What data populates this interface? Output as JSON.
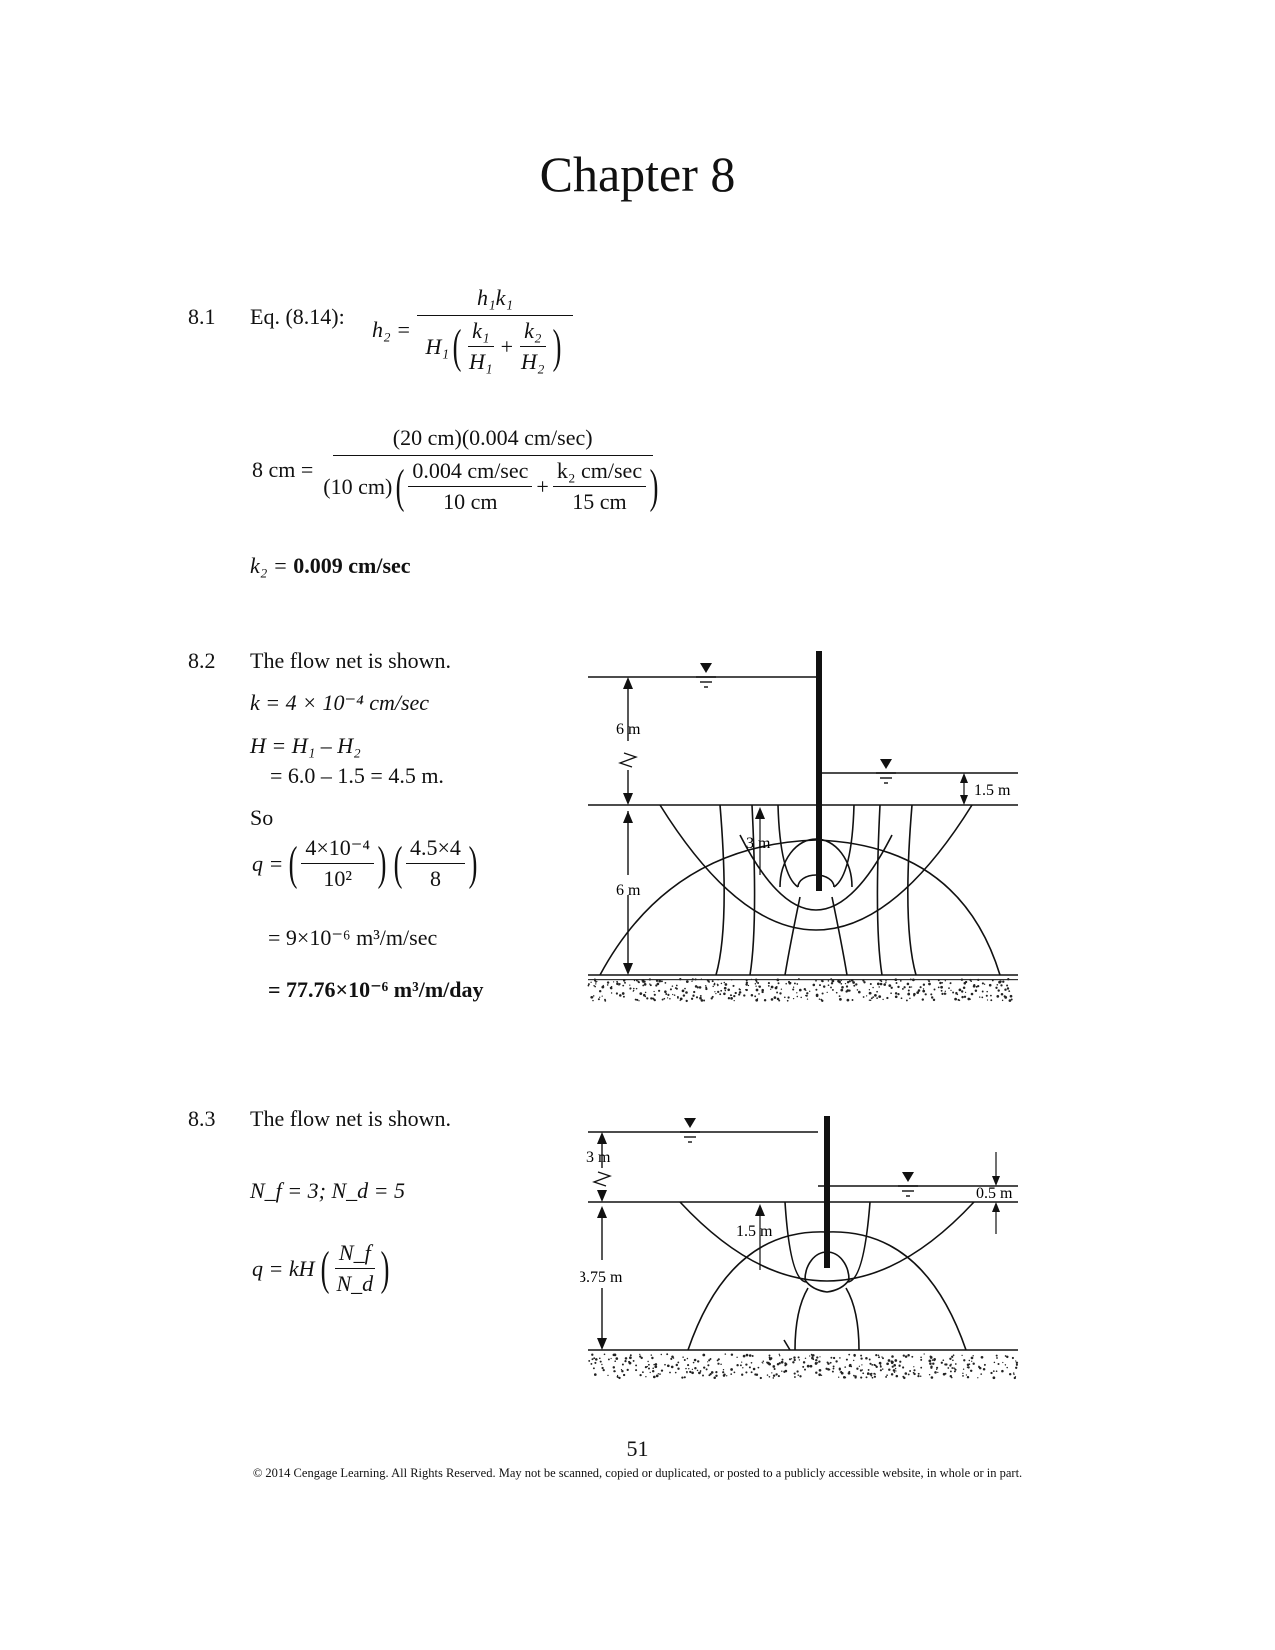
{
  "chapter_title": "Chapter 8",
  "p81": {
    "number": "8.1",
    "eq_label": "Eq. (8.14):",
    "lhs": "h₂ =",
    "num": "h₁k₁",
    "den_prefix": "H₁",
    "den_t1_num": "k₁",
    "den_t1_den": "H₁",
    "den_t2_num": "k₂",
    "den_t2_den": "H₂",
    "plus": "+",
    "sub_lhs": "8 cm =",
    "sub_num": "(20 cm)(0.004 cm/sec)",
    "sub_den_prefix": "(10 cm)",
    "sub_t1_num": "0.004 cm/sec",
    "sub_t1_den": "10 cm",
    "sub_t2_num": "k₂ cm/sec",
    "sub_t2_den": "15 cm",
    "result_lhs": "k₂ = ",
    "result_val": "0.009 cm/sec"
  },
  "p82": {
    "number": "8.2",
    "line1": "The flow net is shown.",
    "line2": "k = 4 × 10⁻⁴ cm/sec",
    "line3": "H = H₁ – H₂",
    "line4": "= 6.0 – 1.5 = 4.5 m.",
    "line5": "So",
    "q_lhs": "q =",
    "q_f1_num": "4×10⁻⁴",
    "q_f1_den": "10²",
    "q_f2_num": "4.5×4",
    "q_f2_den": "8",
    "line6": "= 9×10⁻⁶ m³/m/sec",
    "line7": "= 77.76×10⁻⁶ m³/m/day",
    "fig_label_upper": "6 m",
    "fig_label_lower": "6 m",
    "fig_label_tail": "1.5 m",
    "fig_label_pile": "3 m"
  },
  "p83": {
    "number": "8.3",
    "line1": "The flow net is shown.",
    "line2": "N_f = 3; N_d = 5",
    "q_lhs": "q = kH",
    "q_num": "N_f",
    "q_den": "N_d",
    "fig_label_upper": "3 m",
    "fig_label_lower": "3.75 m",
    "fig_label_tail": "0.5 m",
    "fig_label_pile": "1.5 m"
  },
  "footer": {
    "page_number": "51",
    "copyright": "© 2014 Cengage Learning. All Rights Reserved. May not be scanned, copied or duplicated, or posted to a publicly accessible website, in whole or in part."
  }
}
